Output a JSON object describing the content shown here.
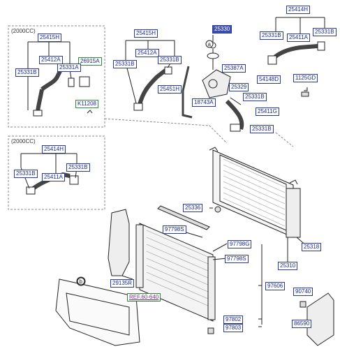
{
  "engine_labels": [
    "(2000CC)",
    "(2000CC)"
  ],
  "markers": [
    "a",
    "b"
  ],
  "parts": {
    "p25415H": "25415H",
    "p25412A_l": "25412A",
    "p26915A": "26915A",
    "p25331A": "25331A",
    "p25331B_l1": "25331B",
    "pK11208": "K11208",
    "p25414H_l": "25414H",
    "p25331B_l2": "25331B",
    "p25331B_l3": "25331B",
    "p25411A_l": "25411A",
    "p25415H_m": "25415H",
    "p25412A_m": "25412A",
    "p25331B_m1": "25331B",
    "p25331B_m2": "25331B",
    "p25451H": "25451H",
    "p25330": "25330",
    "p25387A": "25387A",
    "p54148D": "54148D",
    "p25329": "25329",
    "p18743A": "18743A",
    "p25331B_m3": "25331B",
    "p25411G": "25411G",
    "p25331B_m4": "25331B",
    "p25414H_r": "25414H",
    "p25331B_r1": "25331B",
    "p25411A_r": "25411A",
    "p25331B_r2": "25331B",
    "p1125GD": "1125GD",
    "p25336": "25336",
    "p97798S_1": "97798S",
    "p97798G": "97798G",
    "p97798S_2": "97798S",
    "p25318": "25318",
    "p25310": "25310",
    "p29135R": "29135R",
    "pREF": "REF.60-640",
    "p97606": "97606",
    "p90740": "90740",
    "p97802": "97802",
    "p97803": "97803",
    "p86590": "86590"
  }
}
